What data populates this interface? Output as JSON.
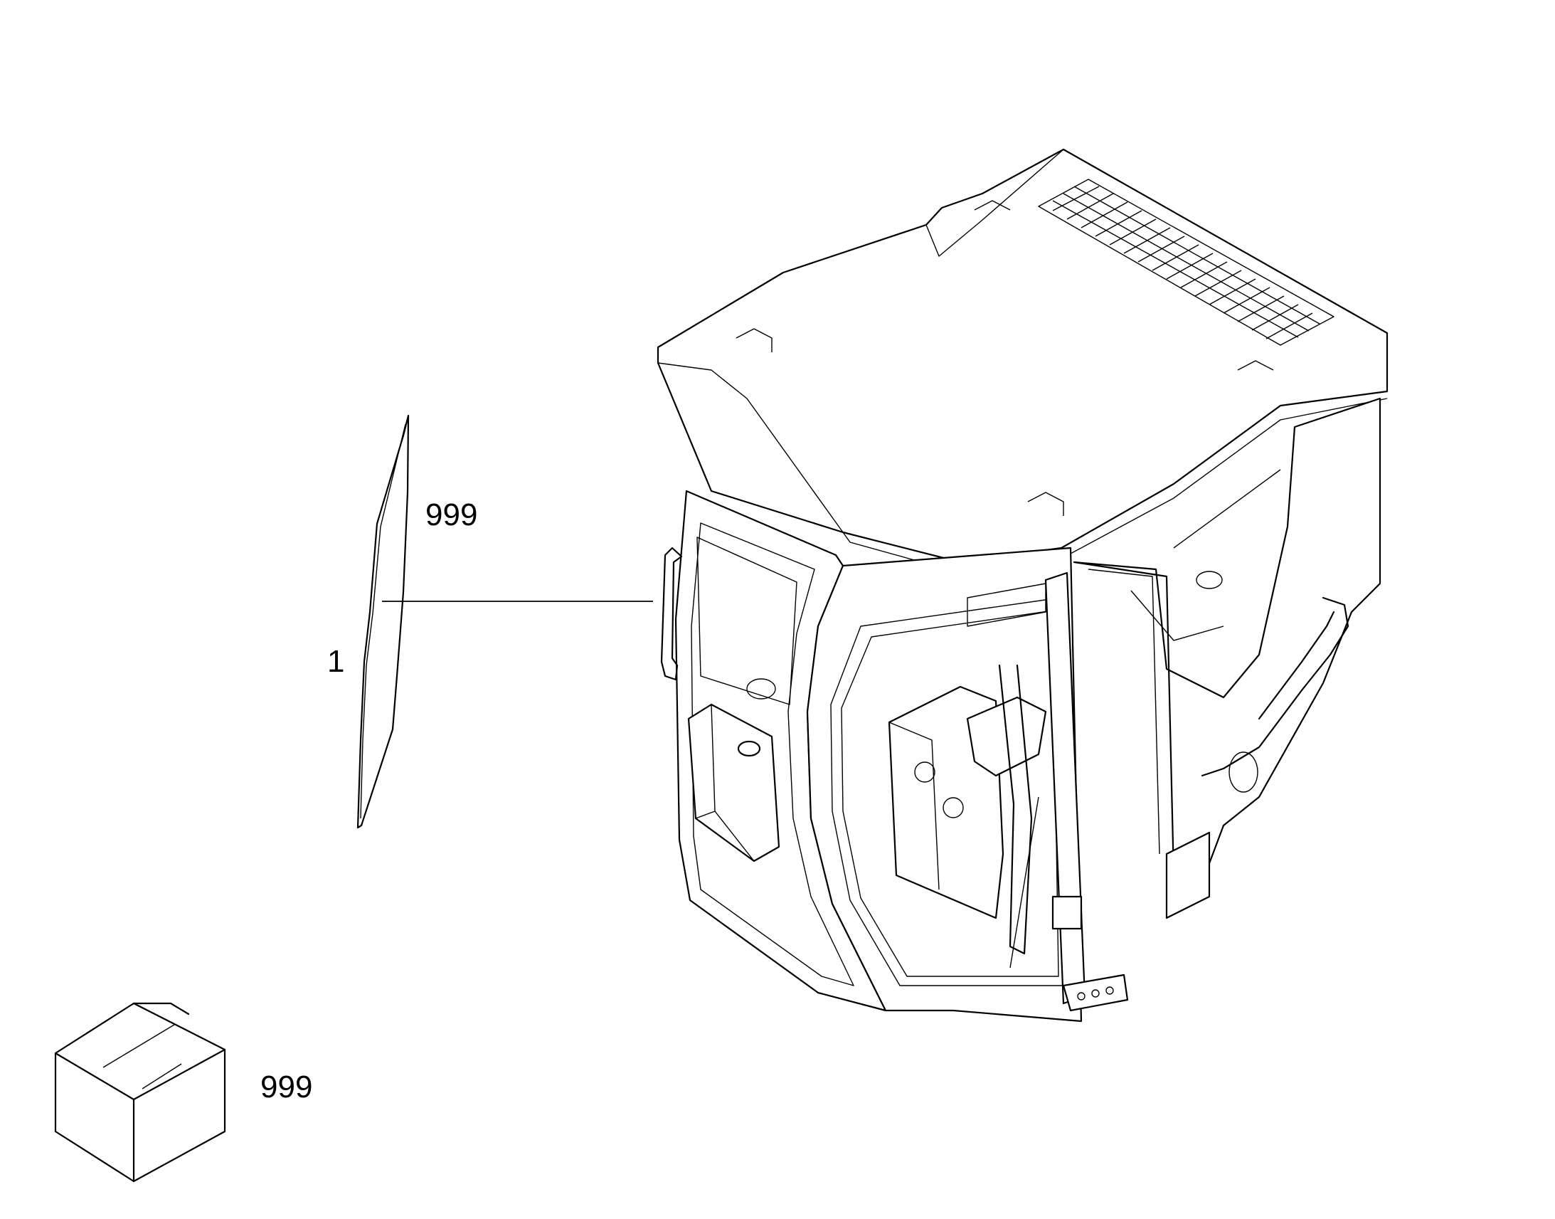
{
  "callouts": {
    "glass_part_kit": "999",
    "glass_part_number": "1",
    "box_part_kit": "999"
  },
  "colors": {
    "line": "#000000",
    "background": "#ffffff"
  },
  "icons": {
    "package_box": "box-icon"
  }
}
